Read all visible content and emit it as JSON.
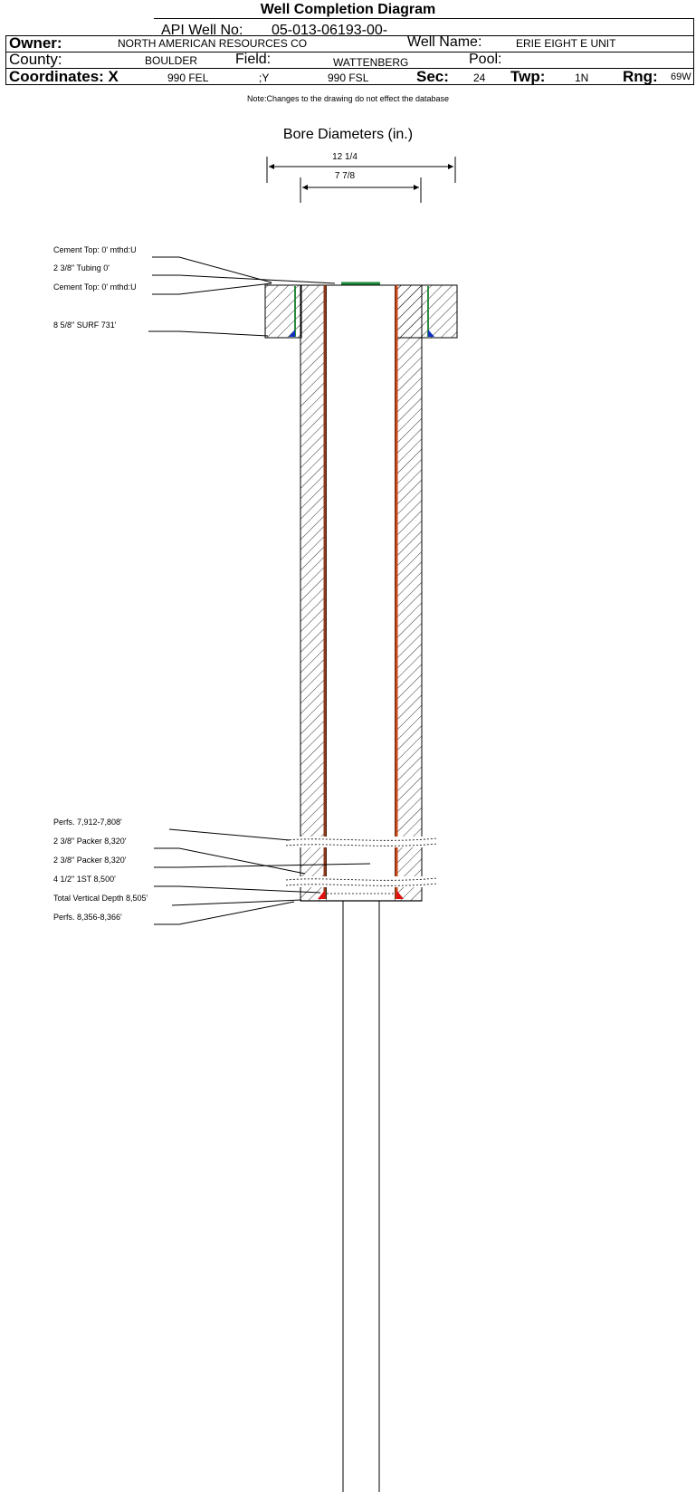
{
  "header": {
    "title": "Well Completion Diagram",
    "api_label": "API Well No:",
    "api_value": "05-013-06193-00-",
    "owner_label": "Owner:",
    "owner_value": "NORTH AMERICAN RESOURCES CO",
    "well_name_label": "Well Name:",
    "well_name_value": "ERIE EIGHT E UNIT",
    "county_label": "County:",
    "county_value": "BOULDER",
    "field_label": "Field:",
    "field_value": "WATTENBERG",
    "pool_label": "Pool:",
    "pool_value": "",
    "coords_label": "Coordinates: X",
    "coords_x": "990 FEL",
    "coords_y_label": ";Y",
    "coords_y": "990 FSL",
    "sec_label": "Sec:",
    "sec_value": "24",
    "twp_label": "Twp:",
    "twp_value": "1N",
    "rng_label": "Rng:",
    "rng_value": "69W"
  },
  "note": "Note:Changes to the drawing do not effect the database",
  "bore": {
    "title": "Bore Diameters (in.)",
    "outer_diameter": "12 1/4",
    "inner_diameter": "7 7/8"
  },
  "callouts_top": [
    "Cement Top: 0' mthd:U",
    "2 3/8\" Tubing 0'",
    "Cement Top: 0' mthd:U",
    "8 5/8\" SURF       731'"
  ],
  "callouts_bottom": [
    "Perfs. 7,912-7,808'",
    "2 3/8\" Packer 8,320'",
    "2 3/8\" Packer 8,320'",
    "4 1/2\" 1ST        8,500'",
    "Total Vertical Depth 8,505'",
    "Perfs. 8,356-8,366'"
  ],
  "colors": {
    "casing": "#8B3A1A",
    "surf_casing": "#2E8B3E",
    "tubing_top": "#1E8A3C",
    "shoe_surf": "#1030C0",
    "shoe_prod": "#E01010"
  }
}
